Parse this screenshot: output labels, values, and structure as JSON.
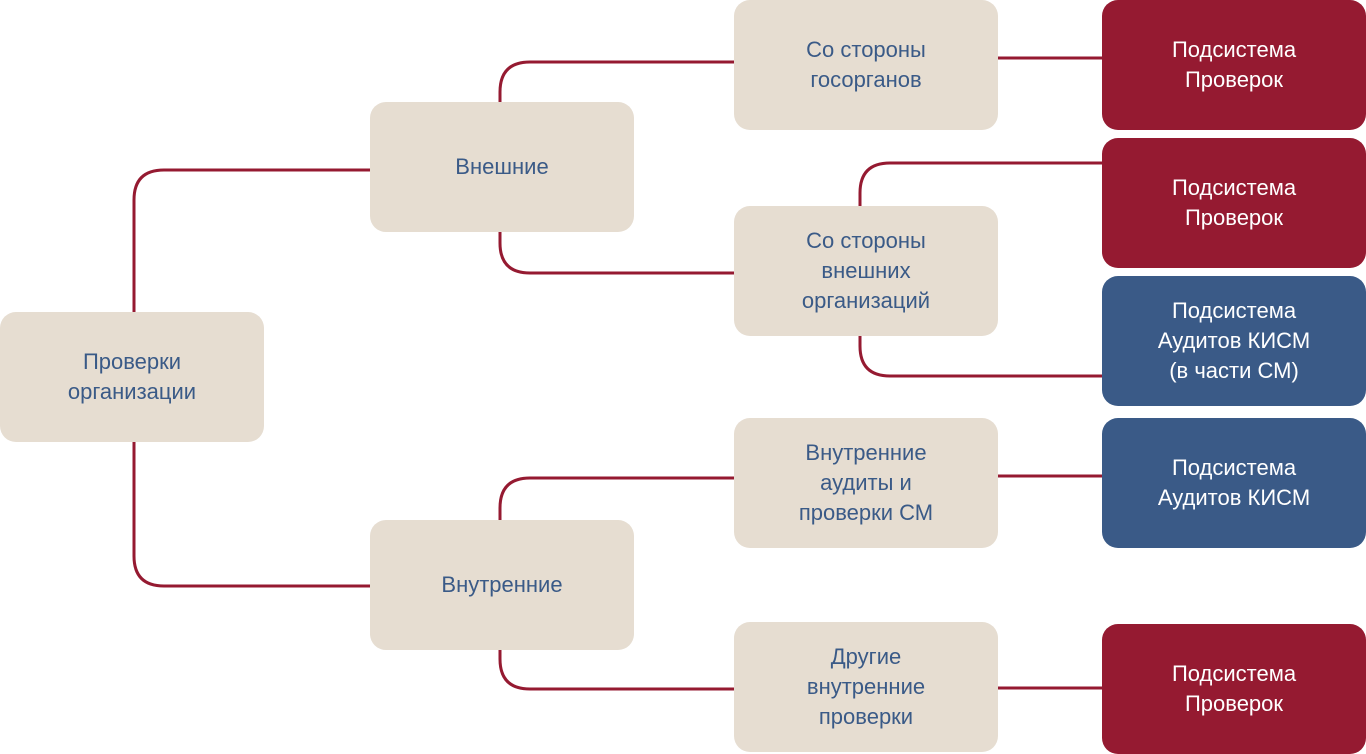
{
  "diagram": {
    "root": {
      "label": "Проверки\nорганизации"
    },
    "branches": {
      "external": {
        "label": "Внешние"
      },
      "internal": {
        "label": "Внутренние"
      }
    },
    "categories": {
      "gov_bodies": {
        "label": "Со стороны\nгосорганов"
      },
      "external_orgs": {
        "label": "Со стороны\nвнешних\nорганизаций"
      },
      "internal_audits": {
        "label": "Внутренние\nаудиты и\nпроверки СМ"
      },
      "other_internal": {
        "label": "Другие\nвнутренние\nпроверки"
      }
    },
    "subsystems": {
      "s1": {
        "label": "Подсистема\nПроверок"
      },
      "s2": {
        "label": "Подсистема\nПроверок"
      },
      "s3": {
        "label": "Подсистема\nАудитов КИСМ\n(в части СМ)"
      },
      "s4": {
        "label": "Подсистема\nАудитов КИСМ"
      },
      "s5": {
        "label": "Подсистема\nПроверок"
      }
    },
    "colors": {
      "connector": "#951A31",
      "node_beige": "#E6DDD1",
      "node_red": "#951A31",
      "node_blue": "#3A5A87",
      "text_blue": "#3A5A87"
    }
  }
}
